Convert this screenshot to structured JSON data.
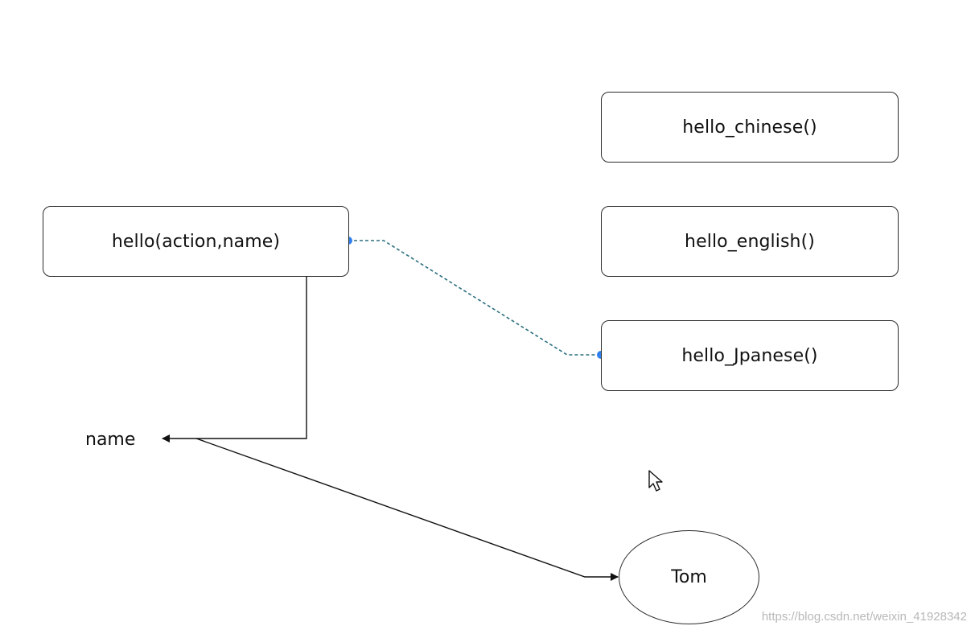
{
  "nodes": {
    "hello": {
      "label": "hello(action,name)"
    },
    "hello_chinese": {
      "label": "hello_chinese()"
    },
    "hello_english": {
      "label": "hello_english()"
    },
    "hello_japanese": {
      "label": "hello_Jpanese()"
    },
    "name": {
      "label": "name"
    },
    "tom": {
      "label": "Tom"
    }
  },
  "edges": [
    {
      "from": "hello",
      "to": "hello_japanese",
      "style": "dashed",
      "color": "#2a6f7e"
    },
    {
      "from": "hello",
      "to": "name",
      "style": "solid",
      "color": "#111111"
    },
    {
      "from": "name",
      "to": "tom",
      "style": "solid",
      "color": "#111111"
    }
  ],
  "colors": {
    "stroke": "#2b2b2b",
    "connector_dashed": "#2a6f7e",
    "handle": "#2f80ed",
    "watermark": "#b8b8b8"
  },
  "icons": {
    "cursor": "arrow-cursor-icon"
  },
  "watermark": "https://blog.csdn.net/weixin_41928342"
}
